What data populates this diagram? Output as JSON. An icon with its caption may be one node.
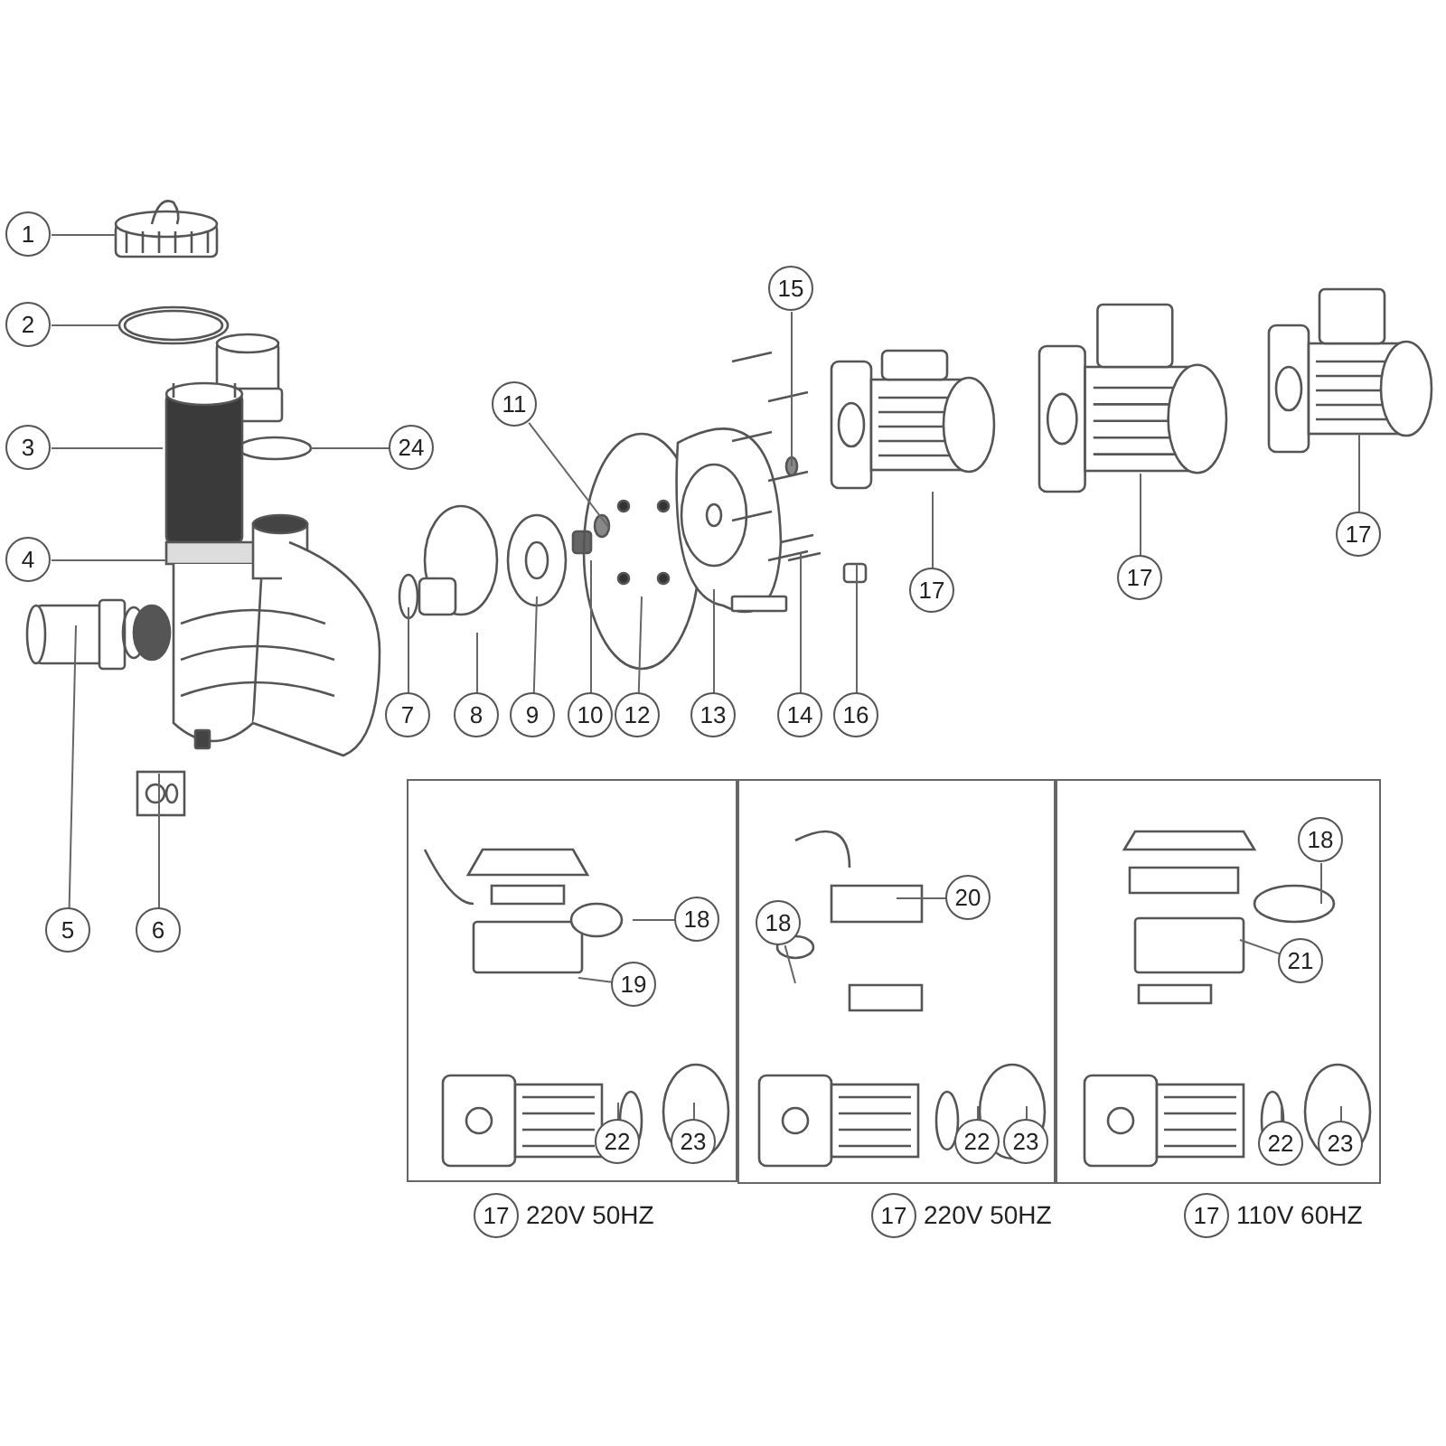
{
  "diagram": {
    "nodes": [
      {
        "text": [
          "1"
        ]
      },
      {
        "text": [
          "2"
        ]
      },
      {
        "text": [
          "3"
        ]
      },
      {
        "text": [
          "24"
        ]
      },
      {
        "text": [
          "4"
        ]
      },
      {
        "text": [
          "11"
        ]
      },
      {
        "text": [
          "15"
        ]
      },
      {
        "text": [
          "5"
        ]
      },
      {
        "text": [
          "6"
        ]
      },
      {
        "text": [
          "7"
        ]
      },
      {
        "text": [
          "8"
        ]
      },
      {
        "text": [
          "9"
        ]
      },
      {
        "text": [
          "10"
        ]
      },
      {
        "text": [
          "12"
        ]
      },
      {
        "text": [
          "13"
        ]
      },
      {
        "text": [
          "14"
        ]
      },
      {
        "text": [
          "16"
        ]
      },
      {
        "text": [
          "17"
        ]
      },
      {
        "text": [
          "17"
        ]
      },
      {
        "text": [
          "17"
        ]
      },
      {
        "text": [],
        "shape": "box"
      },
      {
        "text": [
          "18"
        ],
        "in": 20
      },
      {
        "text": [
          "19"
        ],
        "in": 20
      },
      {
        "text": [
          "22"
        ],
        "in": 20
      },
      {
        "text": [
          "23"
        ],
        "in": 20
      },
      {
        "text": [],
        "shape": "box"
      },
      {
        "text": [
          "20"
        ],
        "in": 25
      },
      {
        "text": [
          "18"
        ],
        "in": 25
      },
      {
        "text": [
          "22"
        ],
        "in": 25
      },
      {
        "text": [
          "23"
        ],
        "in": 25
      },
      {
        "text": [],
        "shape": "box"
      },
      {
        "text": [
          "18"
        ],
        "in": 30
      },
      {
        "text": [
          "21"
        ],
        "in": 30
      },
      {
        "text": [
          "22"
        ],
        "in": 30
      },
      {
        "text": [
          "23"
        ],
        "in": 30
      },
      {
        "text": [
          "17"
        ],
        "beside": [
          "220V 50HZ"
        ]
      },
      {
        "text": [
          "17"
        ],
        "beside": [
          "220V 50HZ"
        ]
      },
      {
        "text": [
          "17"
        ],
        "beside": [
          "110V 60HZ"
        ]
      }
    ],
    "edges": [
      {
        "from": 0,
        "to": null,
        "arrow": "none"
      },
      {
        "from": 1,
        "to": null,
        "arrow": "none"
      },
      {
        "from": 2,
        "to": null,
        "arrow": "none"
      },
      {
        "from": 3,
        "to": null,
        "arrow": "none"
      },
      {
        "from": 4,
        "to": null,
        "arrow": "none"
      },
      {
        "from": 5,
        "to": null,
        "arrow": "none"
      },
      {
        "from": 6,
        "to": null,
        "arrow": "none"
      },
      {
        "from": 7,
        "to": null,
        "arrow": "none"
      },
      {
        "from": 8,
        "to": null,
        "arrow": "none"
      },
      {
        "from": 9,
        "to": null,
        "arrow": "none"
      },
      {
        "from": 10,
        "to": null,
        "arrow": "none"
      },
      {
        "from": 11,
        "to": null,
        "arrow": "none"
      },
      {
        "from": 12,
        "to": null,
        "arrow": "none"
      },
      {
        "from": 13,
        "to": null,
        "arrow": "none"
      },
      {
        "from": 14,
        "to": null,
        "arrow": "none"
      },
      {
        "from": 15,
        "to": null,
        "arrow": "none"
      },
      {
        "from": 16,
        "to": null,
        "arrow": "none"
      },
      {
        "from": 17,
        "to": null,
        "arrow": "none"
      },
      {
        "from": 18,
        "to": null,
        "arrow": "none"
      },
      {
        "from": 19,
        "to": null,
        "arrow": "none"
      },
      {
        "from": 21,
        "to": null,
        "arrow": "none"
      },
      {
        "from": 22,
        "to": null,
        "arrow": "none"
      },
      {
        "from": 23,
        "to": null,
        "arrow": "none"
      },
      {
        "from": 24,
        "to": null,
        "arrow": "none"
      },
      {
        "from": 26,
        "to": null,
        "arrow": "none"
      },
      {
        "from": 27,
        "to": null,
        "arrow": "none"
      },
      {
        "from": 28,
        "to": null,
        "arrow": "none"
      },
      {
        "from": 29,
        "to": null,
        "arrow": "none"
      },
      {
        "from": 31,
        "to": null,
        "arrow": "none"
      },
      {
        "from": 32,
        "to": null,
        "arrow": "none"
      },
      {
        "from": 33,
        "to": null,
        "arrow": "none"
      },
      {
        "from": 34,
        "to": null,
        "arrow": "none"
      }
    ]
  }
}
